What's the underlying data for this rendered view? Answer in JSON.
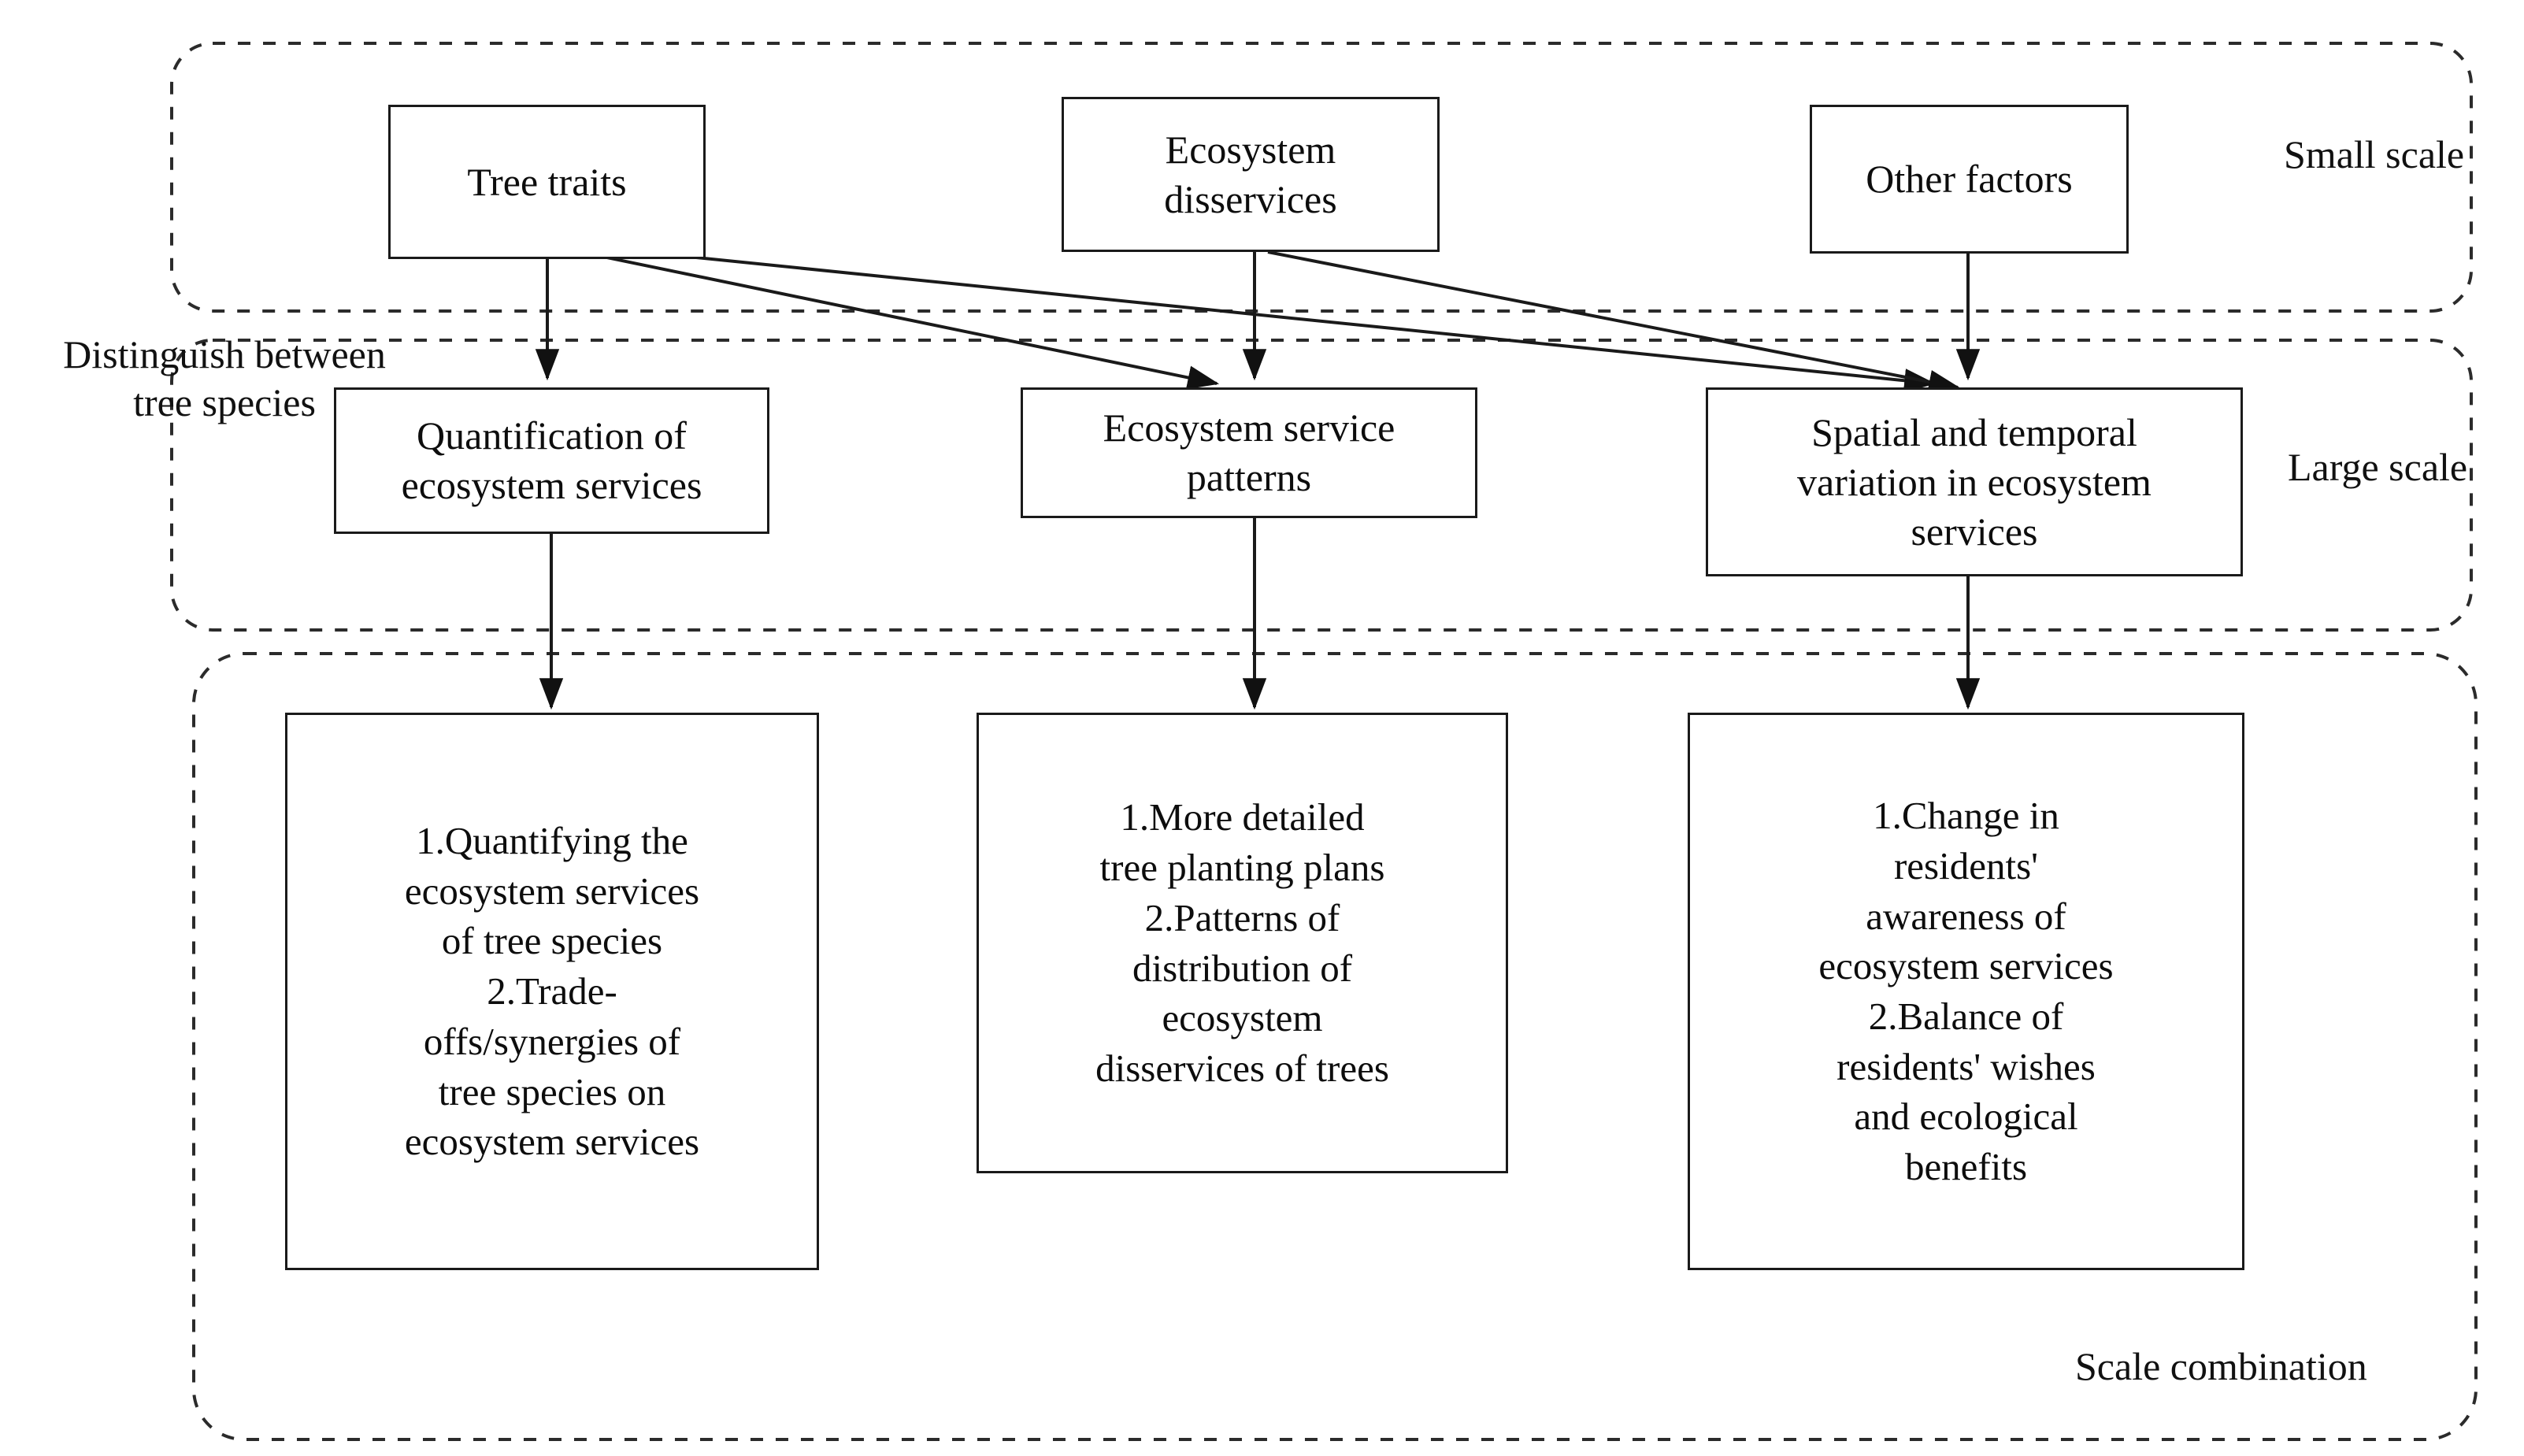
{
  "figure": {
    "type": "flow-diagram",
    "background": "#ffffff",
    "line_color": "#1a1a1a",
    "box_border_color": "#1a1a1a",
    "container_style": "dashed-rounded"
  },
  "containers": [
    {
      "id": "small-scale",
      "label": "Small scale"
    },
    {
      "id": "large-scale",
      "label": "Large scale"
    },
    {
      "id": "scale-combination",
      "label": "Scale combination"
    }
  ],
  "annotations": [
    {
      "id": "distinguish-note",
      "text": "Distinguish between\ntree species"
    }
  ],
  "nodes": {
    "top": [
      {
        "id": "tree-traits",
        "text": "Tree traits"
      },
      {
        "id": "ecosystem-disservices",
        "text": "Ecosystem\ndisservices"
      },
      {
        "id": "other-factors",
        "text": "Other factors"
      }
    ],
    "middle": [
      {
        "id": "quantification-of-ecosystem-services",
        "text": "Quantification of\necosystem services"
      },
      {
        "id": "ecosystem-service-patterns",
        "text": "Ecosystem service\npatterns"
      },
      {
        "id": "spatial-temporal-variation",
        "text": "Spatial and temporal\nvariation in ecosystem\nservices"
      }
    ],
    "bottom": [
      {
        "id": "outcomes-quantifying",
        "text": "1.Quantifying the\necosystem services\nof tree species\n2.Trade-\noffs/synergies of\ntree species on\necosystem services"
      },
      {
        "id": "outcomes-planting-plans",
        "text": "1.More detailed\ntree planting plans\n2.Patterns of\ndistribution of\necosystem\ndisservices of trees"
      },
      {
        "id": "outcomes-residents",
        "text": "1.Change in\nresidents'\nawareness of\necosystem services\n2.Balance of\nresidents' wishes\nand ecological\nbenefits"
      }
    ]
  },
  "edges": [
    {
      "from": "tree-traits",
      "to": "quantification-of-ecosystem-services",
      "kind": "vertical"
    },
    {
      "from": "tree-traits",
      "to": "ecosystem-service-patterns",
      "kind": "diagonal"
    },
    {
      "from": "tree-traits",
      "to": "spatial-temporal-variation",
      "kind": "diagonal"
    },
    {
      "from": "ecosystem-disservices",
      "to": "ecosystem-service-patterns",
      "kind": "vertical"
    },
    {
      "from": "ecosystem-disservices",
      "to": "spatial-temporal-variation",
      "kind": "diagonal"
    },
    {
      "from": "other-factors",
      "to": "spatial-temporal-variation",
      "kind": "vertical"
    },
    {
      "from": "quantification-of-ecosystem-services",
      "to": "outcomes-quantifying",
      "kind": "vertical"
    },
    {
      "from": "ecosystem-service-patterns",
      "to": "outcomes-planting-plans",
      "kind": "vertical"
    },
    {
      "from": "spatial-temporal-variation",
      "to": "outcomes-residents",
      "kind": "vertical"
    }
  ]
}
